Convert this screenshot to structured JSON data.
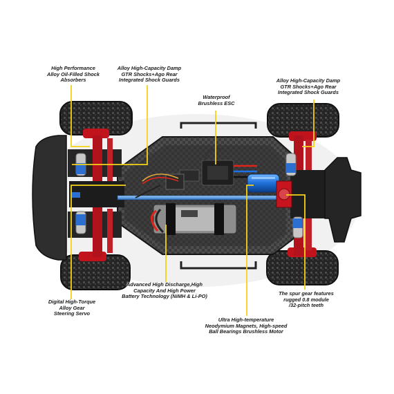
{
  "image": {
    "subject": "RC short-course truck chassis, top view, with callout annotations",
    "colors": {
      "background": "#ffffff",
      "leader_line": "#f5d21a",
      "chassis": "#2a2a2a",
      "arms_red": "#b1131c",
      "shock_blue": "#2d6fd0",
      "motor_blue": "#1f6fd8",
      "tire": "#262626"
    }
  },
  "callouts": {
    "shock_absorbers": [
      "High Performance",
      "Alloy Oil-Filled Shock",
      "Absorbers"
    ],
    "front_damp_shocks": [
      "Alloy High-Capacity Damp",
      "GTR Shocks+Ago Rear",
      "Integrated Shock Guards"
    ],
    "esc": [
      "Waterproof",
      "Brushless ESC"
    ],
    "rear_damp_shocks": [
      "Alloy High-Capacity Damp",
      "GTR Shocks+Ago Rear",
      "Integrated Shock Guards"
    ],
    "battery": [
      "Advanced High Discharge,High",
      "Capacity And High Power",
      "Battery Technology (NiMH & Li-PO)"
    ],
    "servo": [
      "Digital High-Torque",
      "Alloy Gear",
      "Steering Servo"
    ],
    "spur_gear": [
      "The spur gear features",
      "rugged 0.8 module",
      "/32-pitch teeth"
    ],
    "motor": [
      "Ultra High-temperature",
      "Neodymium Magnets, High-speed",
      "Ball Bearings Brushless Motor"
    ]
  }
}
